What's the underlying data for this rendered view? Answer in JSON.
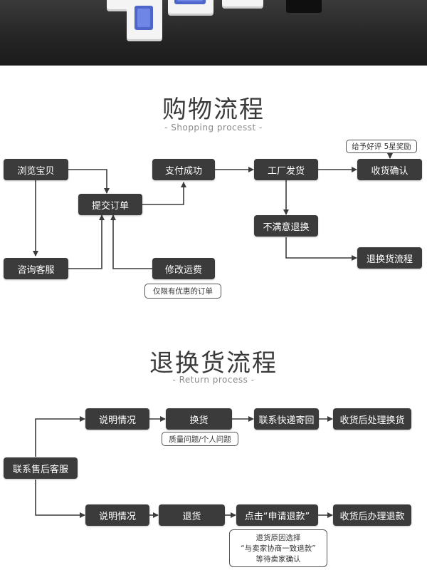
{
  "shopping": {
    "title": "购物流程",
    "subtitle": "- Shopping processt -",
    "browse": "浏览宝贝",
    "consult": "咨询客服",
    "submit": "提交订单",
    "pay": "支付成功",
    "modify": "修改运费",
    "modify_note": "仅限有优惠的订单",
    "ship": "工厂发货",
    "receive": "收货确认",
    "praise": "给予好评 5星奖励",
    "unsatisfied": "不满意退换",
    "return_flow": "退换货流程"
  },
  "returns": {
    "title": "退换货流程",
    "subtitle": "- Return process -",
    "contact": "联系售后客服",
    "explain1": "说明情况",
    "exchange": "换货",
    "exchange_note": "质量问题/个人问题",
    "express": "联系快递寄回",
    "exchange_done": "收货后处理换货",
    "explain2": "说明情况",
    "refund": "退货",
    "apply": "点击“申请退款”",
    "apply_note_1": "退货原因选择",
    "apply_note_2": "“与卖家协商一致退款”",
    "apply_note_3": "等待卖家确认",
    "refund_done": "收货后办理退款"
  },
  "colors": {
    "box": "#3b3b3b",
    "line": "#3b3b3b",
    "slot": "#4e66c9"
  }
}
